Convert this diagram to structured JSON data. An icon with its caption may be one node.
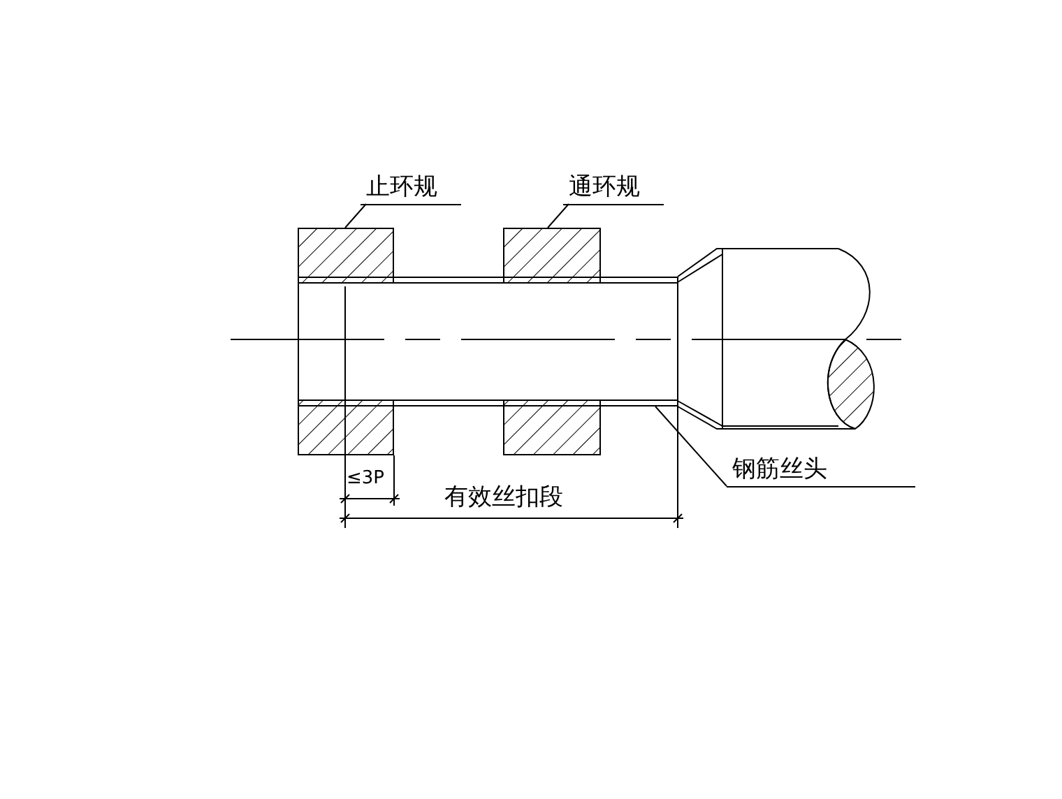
{
  "diagram": {
    "nodes": [
      {
        "text": [
          "止环规"
        ]
      },
      {
        "text": [],
        "shape": "box"
      },
      {
        "text": [
          "通环规"
        ]
      },
      {
        "text": [],
        "shape": "box"
      },
      {
        "text": [
          "钢筋丝头"
        ]
      },
      {
        "text": [],
        "shape": "bar"
      }
    ],
    "edges": [
      {
        "from": 0,
        "to": 1,
        "arrow": "none"
      },
      {
        "from": 2,
        "to": 3,
        "arrow": "none"
      },
      {
        "from": 4,
        "to": 5,
        "arrow": "none"
      }
    ],
    "labels": [
      "≤3P",
      "有效丝扣段"
    ]
  }
}
